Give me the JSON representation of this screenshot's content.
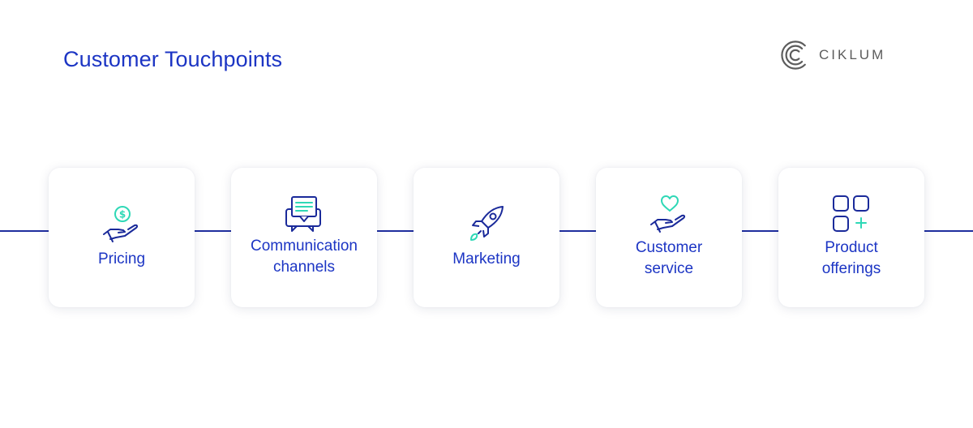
{
  "header": {
    "title": "Customer Touchpoints",
    "brand": "CIKLUM"
  },
  "colors": {
    "title_blue": "#1c35c4",
    "line_navy": "#1f2e9e",
    "icon_navy": "#1a2a9a",
    "accent_mint": "#2ed8b6",
    "logo_gray": "#5c5c5c"
  },
  "touchpoints": [
    {
      "label": "Pricing",
      "icon": "hand-coin-icon"
    },
    {
      "label": "Communication\nchannels",
      "icon": "chat-bubbles-icon"
    },
    {
      "label": "Marketing",
      "icon": "rocket-icon"
    },
    {
      "label": "Customer\nservice",
      "icon": "hand-heart-icon"
    },
    {
      "label": "Product\nofferings",
      "icon": "grid-plus-icon"
    }
  ]
}
